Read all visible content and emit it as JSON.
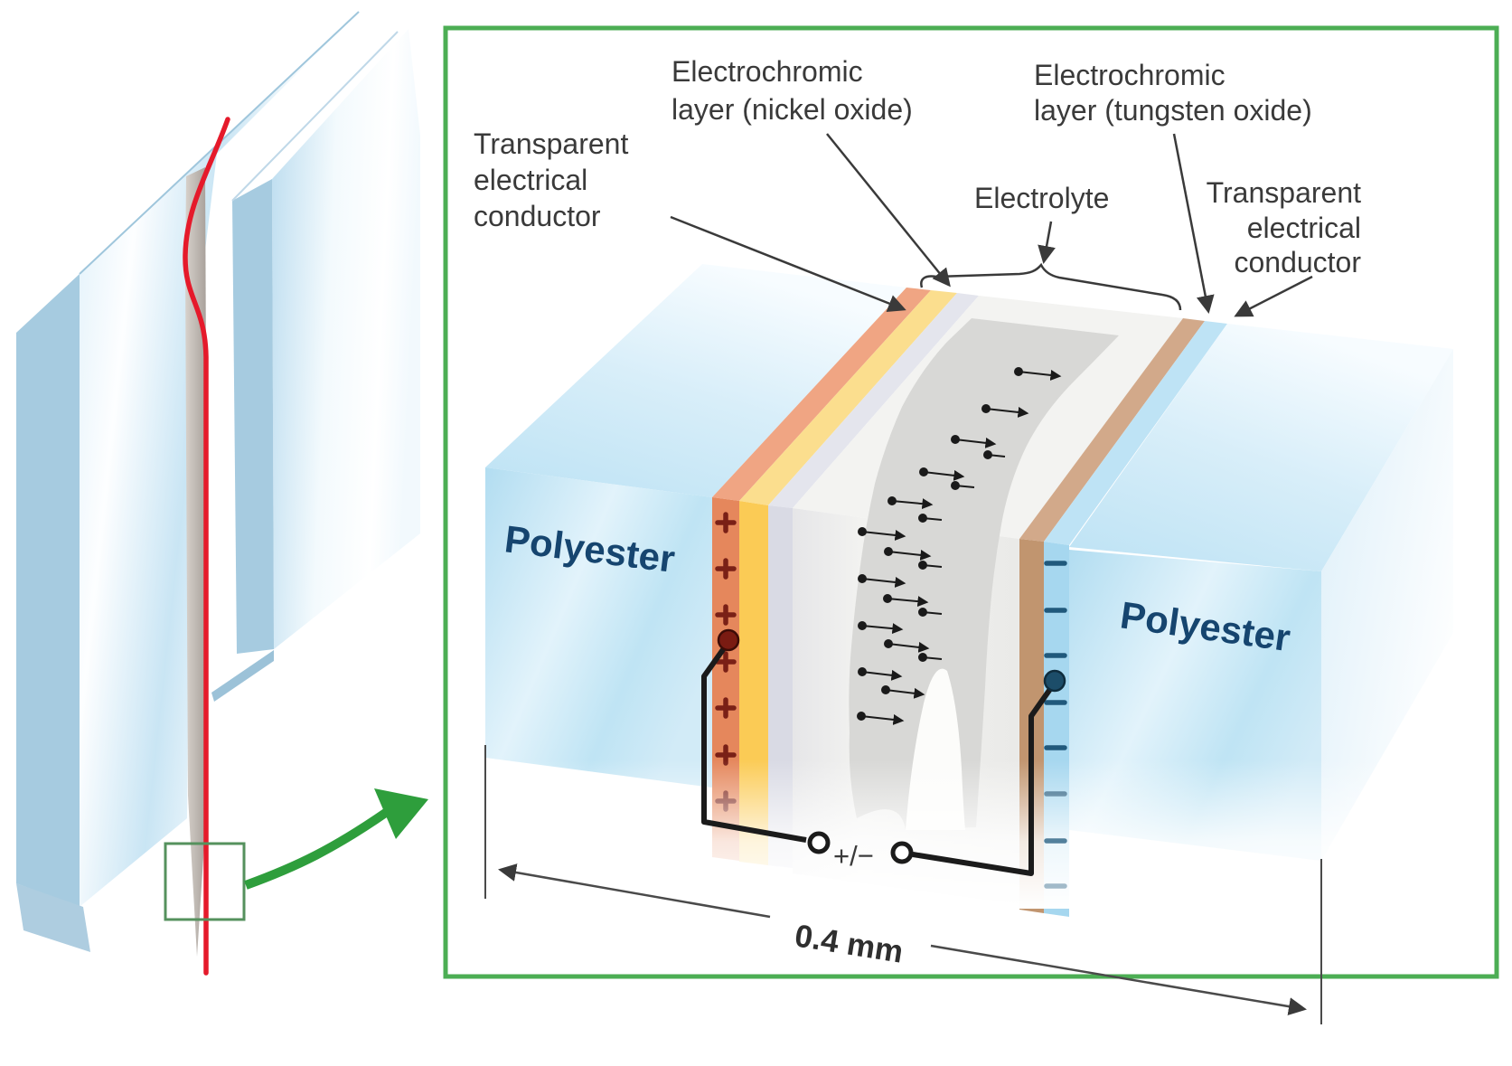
{
  "inset": {
    "labels": {
      "conductor_left": [
        "Transparent",
        "electrical",
        "conductor"
      ],
      "nickel_oxide": [
        "Electrochromic",
        "layer (nickel oxide)"
      ],
      "tungsten_oxide": [
        "Electrochromic",
        "layer (tungsten oxide)"
      ],
      "electrolyte": "Electrolyte",
      "conductor_right": [
        "Transparent",
        "electrical",
        "conductor"
      ],
      "polyester_left": "Polyester",
      "polyester_right": "Polyester",
      "terminal_polarity": "+/−",
      "thickness": "0.4 mm"
    },
    "colors": {
      "border_green": "#4CAE54",
      "conductor_left_layer": "#E5875C",
      "nickel_oxide_layer": "#FBCB55",
      "separator_layer": "#D9DAE4",
      "electrolyte_layer": "#EDEDEB",
      "ion_gap_gray": "#D8D8D6",
      "tungsten_oxide_layer": "#C1956F",
      "conductor_right_layer": "#A6D7EF",
      "polyester_blue": "#BFE2F2",
      "plus_marks": "#7A2016",
      "minus_marks": "#20597C",
      "wire": "#1B1B1B",
      "label_text": "#3A3A3A",
      "polyester_text": "#16456F",
      "film_red": "#E51A2B",
      "zoom_arrow_green": "#2E9E3C"
    }
  }
}
